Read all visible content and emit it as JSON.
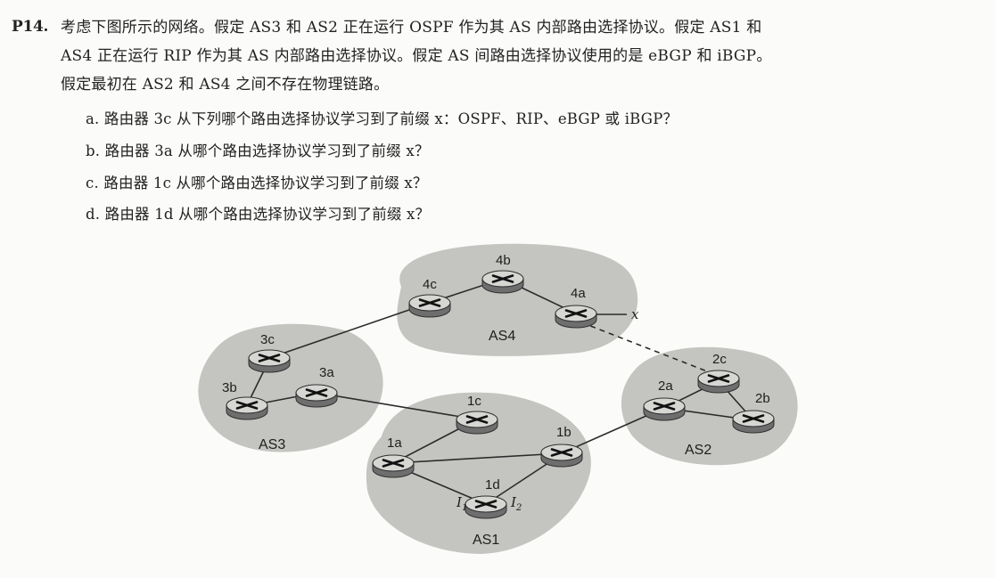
{
  "problem": {
    "number": "P14.",
    "lines": [
      "考虑下图所示的网络。假定 AS3 和 AS2 正在运行 OSPF 作为其 AS 内部路由选择协议。假定 AS1 和",
      "AS4 正在运行 RIP 作为其 AS 内部路由选择协议。假定 AS 间路由选择协议使用的是 eBGP 和 iBGP。",
      "假定最初在 AS2 和 AS4 之间不存在物理链路。"
    ],
    "questions": [
      "a. 路由器 3c 从下列哪个路由选择协议学习到了前缀 x：OSPF、RIP、eBGP 或 iBGP？",
      "b. 路由器 3a 从哪个路由选择协议学习到了前缀 x？",
      "c. 路由器 1c 从哪个路由选择协议学习到了前缀 x？",
      "d. 路由器 1d 从哪个路由选择协议学习到了前缀 x？"
    ]
  },
  "figure": {
    "as_labels": {
      "as1": "AS1",
      "as2": "AS2",
      "as3": "AS3",
      "as4": "AS4"
    },
    "routers": {
      "r4a": "4a",
      "r4b": "4b",
      "r4c": "4c",
      "r3a": "3a",
      "r3b": "3b",
      "r3c": "3c",
      "r2a": "2a",
      "r2b": "2b",
      "r2c": "2c",
      "r1a": "1a",
      "r1b": "1b",
      "r1c": "1c",
      "r1d": "1d"
    },
    "prefix": "x",
    "interfaces": {
      "i1": "I",
      "i1_sub": "1",
      "i2": "I",
      "i2_sub": "2"
    }
  }
}
